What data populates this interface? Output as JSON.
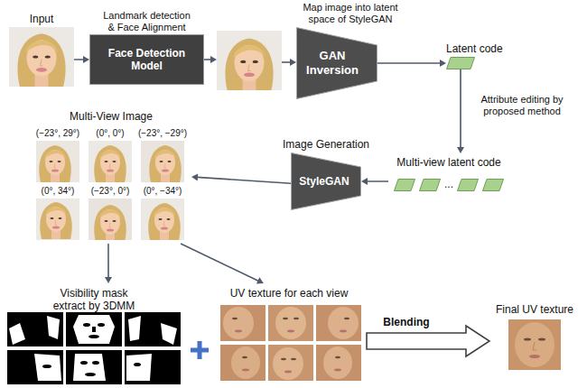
{
  "diagram": {
    "nodes": [
      {
        "text": [
          "Input"
        ]
      },
      {
        "text": [
          "Landmark detection & Face Alignment",
          "Face Detection Model"
        ]
      },
      {
        "text": [
          "Map image into latent space of StyleGAN",
          "GAN Inversion"
        ]
      },
      {
        "text": [
          "Latent code"
        ]
      },
      {
        "text": [
          "Multi-view latent code",
          "..."
        ]
      },
      {
        "text": [
          "Image Generation",
          "StyleGAN"
        ]
      },
      {
        "text": [
          "Multi-View Image"
        ]
      },
      {
        "text": [
          "(−23°, 29°)"
        ],
        "in": 6
      },
      {
        "text": [
          "(0°, 0°)"
        ],
        "in": 6
      },
      {
        "text": [
          "(−23°, −29°)"
        ],
        "in": 6
      },
      {
        "text": [
          "(0°, 34°)"
        ],
        "in": 6
      },
      {
        "text": [
          "(−23°, 0°)"
        ],
        "in": 6
      },
      {
        "text": [
          "(0°, −34°)"
        ],
        "in": 6
      },
      {
        "text": [
          "Visibility mask extract by 3DMM"
        ]
      },
      {
        "text": [
          "UV texture for each view"
        ]
      },
      {
        "text": [
          "Final UV texture"
        ]
      }
    ],
    "edges": [
      {
        "from": 0,
        "to": 1,
        "arrow": "to"
      },
      {
        "from": 2,
        "to": 3,
        "arrow": "to"
      },
      {
        "from": 3,
        "to": 4,
        "label": "Attribute editing by proposed method",
        "arrow": "to"
      },
      {
        "from": 4,
        "to": 5,
        "arrow": "to"
      },
      {
        "from": 5,
        "to": 6,
        "arrow": "to"
      },
      {
        "from": 6,
        "to": 13,
        "arrow": "to"
      },
      {
        "from": 6,
        "to": 14,
        "arrow": "to"
      },
      {
        "from": 14,
        "to": 15,
        "label": "Blending",
        "arrow": "to"
      }
    ]
  }
}
